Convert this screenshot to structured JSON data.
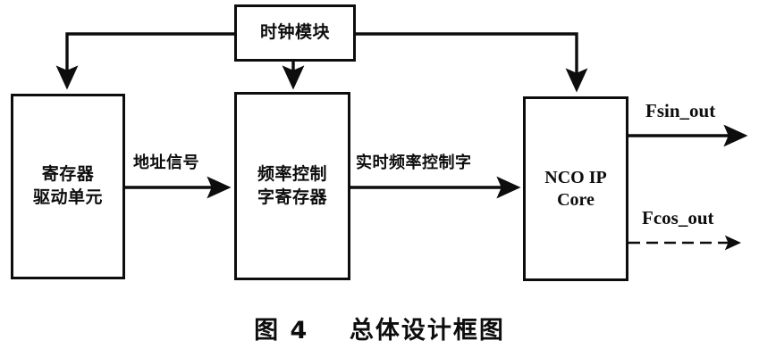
{
  "figure": {
    "caption": "图 4    总体设计框图",
    "caption_number": "图 4",
    "caption_title": "总体设计框图"
  },
  "nodes": {
    "clock": {
      "label": "时钟模块"
    },
    "register_drive": {
      "line1": "寄存器",
      "line2": "驱动单元"
    },
    "freq_ctrl_reg": {
      "line1": "频率控制",
      "line2": "字寄存器"
    },
    "nco_core": {
      "line1": "NCO IP",
      "line2": "Core"
    }
  },
  "edges": {
    "address_signal": {
      "label": "地址信号"
    },
    "realtime_freq_word": {
      "label": "实时频率控制字"
    },
    "fsin_out": {
      "label": "Fsin_out"
    },
    "fcos_out": {
      "label": "Fcos_out"
    }
  },
  "colors": {
    "stroke": "#0d0d0d",
    "background": "#ffffff"
  }
}
